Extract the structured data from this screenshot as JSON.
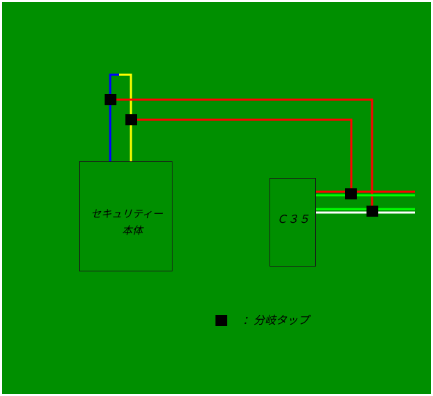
{
  "colors": {
    "background": "#008f00",
    "border": "#ffffff",
    "box_outline": "#1a1a1a",
    "wire_blue": "#0000ff",
    "wire_yellow": "#ffff00",
    "wire_red": "#ff0000",
    "wire_green": "#00ff00",
    "wire_white": "#ffffff",
    "tap": "#000000"
  },
  "diagram": {
    "security_unit": {
      "label_line1": "セキュリティー",
      "label_line2": "本体"
    },
    "c35_unit": {
      "label": "Ｃ３５"
    },
    "legend": {
      "symbol": "tap-square",
      "text": "：分岐タップ"
    }
  }
}
